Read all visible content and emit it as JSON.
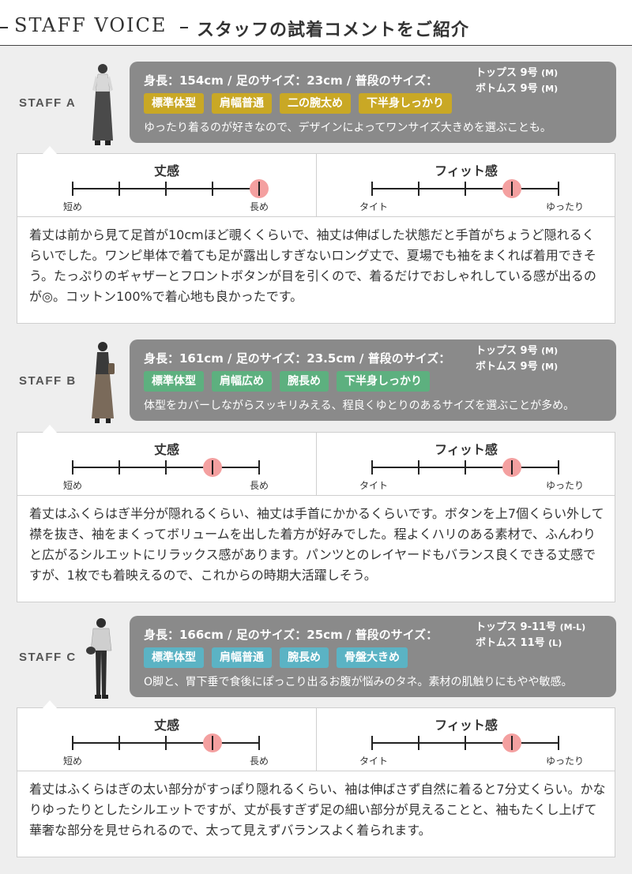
{
  "header": {
    "title": "STAFF VOICE",
    "subtitle": "スタッフの試着コメントをご紹介"
  },
  "colors": {
    "bubble": "#8a8a8a",
    "tag_a": "#c9a825",
    "tag_b": "#5db07f",
    "tag_c": "#5bb3c4",
    "marker": "#f4a0a0"
  },
  "staff": [
    {
      "label": "STAFF A",
      "stats": "身長：154cm / 足のサイズ：23cm / 普段のサイズ：",
      "tops": "トップス 9号",
      "tops_size": "(M)",
      "bottoms": "ボトムス 9号",
      "bottoms_size": "(M)",
      "tags": [
        "標準体型",
        "肩幅普通",
        "二の腕太め",
        "下半身しっかり"
      ],
      "note": "ゆったり着るのが好きなので、デザインによってワンサイズ大きめを選ぶことも。",
      "length_scale": {
        "title": "丈感",
        "low": "短め",
        "high": "長め",
        "position": 4
      },
      "fit_scale": {
        "title": "フィット感",
        "low": "タイト",
        "high": "ゆったり",
        "position": 3
      },
      "comment": "着丈は前から見て足首が10cmほど覗くくらいで、袖丈は伸ばした状態だと手首がちょうど隠れるくらいでした。ワンピ単体で着ても足が露出しすぎないロング丈で、夏場でも袖をまくれば着用できそう。たっぷりのギャザーとフロントボタンが目を引くので、着るだけでおしゃれしている感が出るのが◎。コットン100%で着心地も良かったです。"
    },
    {
      "label": "STAFF B",
      "stats": "身長：161cm / 足のサイズ：23.5cm / 普段のサイズ：",
      "tops": "トップス 9号",
      "tops_size": "(M)",
      "bottoms": "ボトムス 9号",
      "bottoms_size": "(M)",
      "tags": [
        "標準体型",
        "肩幅広め",
        "腕長め",
        "下半身しっかり"
      ],
      "note": "体型をカバーしながらスッキリみえる、程良くゆとりのあるサイズを選ぶことが多め。",
      "length_scale": {
        "title": "丈感",
        "low": "短め",
        "high": "長め",
        "position": 3
      },
      "fit_scale": {
        "title": "フィット感",
        "low": "タイト",
        "high": "ゆったり",
        "position": 3
      },
      "comment": "着丈はふくらはぎ半分が隠れるくらい、袖丈は手首にかかるくらいです。ボタンを上7個くらい外して襟を抜き、袖をまくってボリュームを出した着方が好みでした。程よくハリのある素材で、ふんわりと広がるシルエットにリラックス感があります。パンツとのレイヤードもバランス良くできる丈感ですが、1枚でも着映えるので、これからの時期大活躍しそう。"
    },
    {
      "label": "STAFF C",
      "stats": "身長：166cm / 足のサイズ：25cm / 普段のサイズ：",
      "tops": "トップス 9-11号",
      "tops_size": "(M-L)",
      "bottoms": "ボトムス 11号",
      "bottoms_size": "(L)",
      "tags": [
        "標準体型",
        "肩幅普通",
        "腕長め",
        "骨盤大きめ"
      ],
      "note": "O脚と、胃下垂で食後にぽっこり出るお腹が悩みのタネ。素材の肌触りにもやや敏感。",
      "length_scale": {
        "title": "丈感",
        "low": "短め",
        "high": "長め",
        "position": 3
      },
      "fit_scale": {
        "title": "フィット感",
        "low": "タイト",
        "high": "ゆったり",
        "position": 3
      },
      "comment": "着丈はふくらはぎの太い部分がすっぽり隠れるくらい、袖は伸ばさず自然に着ると7分丈くらい。かなりゆったりとしたシルエットですが、丈が長すぎず足の細い部分が見えることと、袖もたくし上げて華奢な部分を見せられるので、太って見えずバランスよく着られます。"
    }
  ]
}
